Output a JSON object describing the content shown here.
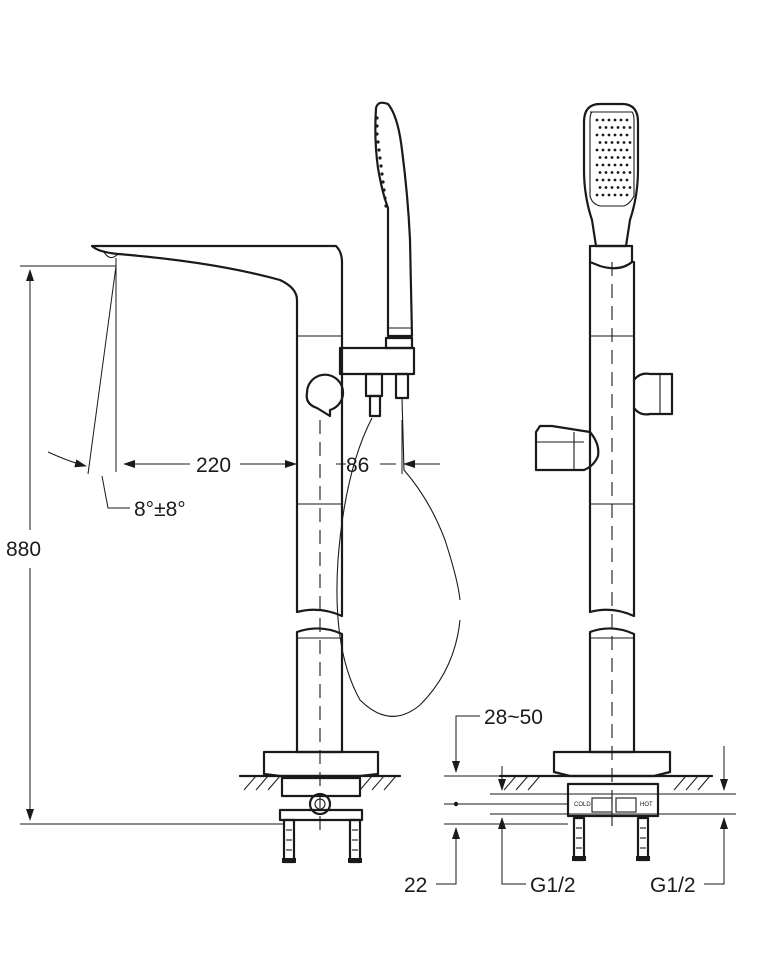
{
  "dimensions": {
    "height": "880",
    "reach": "220",
    "spout_offset": "86",
    "angle": "8°±8°",
    "floor_thickness": "28~50",
    "pipe_offset": "22",
    "inlet_left": "G1/2",
    "inlet_right": "G1/2"
  },
  "inlet_labels": {
    "cold": "COLD",
    "hot": "HOT"
  },
  "colors": {
    "line": "#1a1a1a",
    "background": "#ffffff"
  }
}
